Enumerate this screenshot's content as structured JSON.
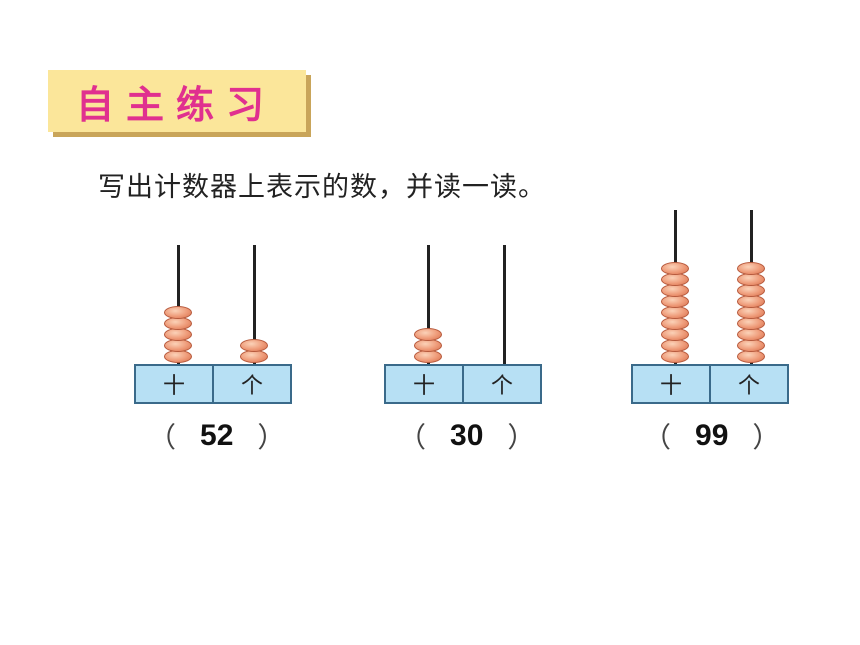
{
  "banner": {
    "title": "自主练习"
  },
  "instruction": "写出计数器上表示的数，并读一读。",
  "place_labels": {
    "tens": "十",
    "ones": "个"
  },
  "paren_open": "（",
  "paren_close": "）",
  "abaci": [
    {
      "answer": "52",
      "tens_beads": 5,
      "ones_beads": 2
    },
    {
      "answer": "30",
      "tens_beads": 3,
      "ones_beads": 0
    },
    {
      "answer": "99",
      "tens_beads": 9,
      "ones_beads": 9
    }
  ]
}
